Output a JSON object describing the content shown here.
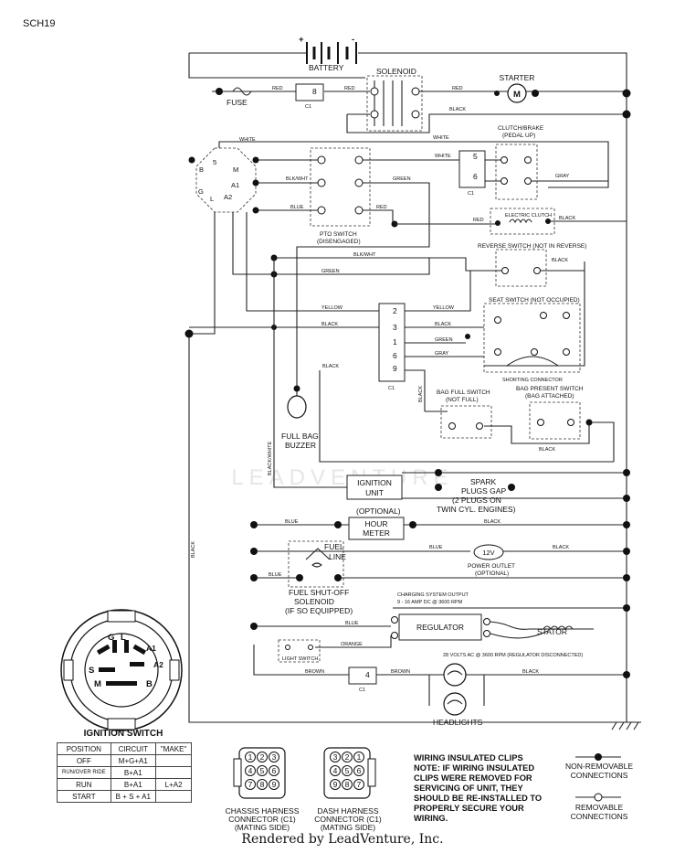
{
  "doc": {
    "code": "SCH19",
    "footer": "Rendered by LeadVenture, Inc.",
    "watermark": "LEADVENTURE"
  },
  "components": {
    "battery": "BATTERY",
    "battery_plus": "+",
    "battery_minus": "-",
    "solenoid": "SOLENOID",
    "starter": "STARTER",
    "starter_symbol": "M",
    "fuse": "FUSE",
    "clutch_brake": "CLUTCH/BRAKE",
    "clutch_brake_sub": "(PEDAL UP)",
    "pto_switch": "PTO SWITCH",
    "pto_switch_sub": "(DISENGAGED)",
    "electric_clutch": "ELECTRIC CLUTCH",
    "reverse_switch": "REVERSE SWITCH (NOT IN REVERSE)",
    "seat_switch": "SEAT SWITCH (NOT OCCUPIED)",
    "shorting_connector": "SHORTING CONNECTOR",
    "bag_full_switch": "BAG FULL SWITCH",
    "bag_full_sub": "(NOT FULL)",
    "bag_present_switch": "BAG PRESENT SWITCH",
    "bag_present_sub": "(BAG ATTACHED)",
    "buzzer": "FULL BAG",
    "buzzer_sub": "BUZZER",
    "ignition_unit_1": "IGNITION",
    "ignition_unit_2": "UNIT",
    "spark_1": "SPARK",
    "spark_2": "PLUGS GAP",
    "spark_3": "(2 PLUGS ON",
    "spark_4": "TWIN CYL. ENGINES)",
    "optional": "(OPTIONAL)",
    "hour_meter_1": "HOUR",
    "hour_meter_2": "METER",
    "outlet_volt": "12V",
    "outlet_1": "POWER OUTLET",
    "outlet_2": "(OPTIONAL)",
    "fuel_line_1": "FUEL",
    "fuel_line_2": "LINE",
    "fuel_solenoid_1": "FUEL SHUT-OFF",
    "fuel_solenoid_2": "SOLENOID",
    "fuel_solenoid_3": "(IF SO EQUIPPED)",
    "charging_1": "CHARGING SYSTEM OUTPUT",
    "charging_2": "9 - 16 AMP DC @ 3600 RPM",
    "regulator": "REGULATOR",
    "stator": "STATOR",
    "ac_note": "28 VOLTS AC @ 3600 RPM (REGULATOR DISCONNECTED)",
    "light_switch": "LIGHT SWITCH",
    "headlights": "HEADLIGHTS",
    "c1": "C1"
  },
  "terminals": {
    "b": "B",
    "s": "S",
    "m": "M",
    "g": "G",
    "l": "L",
    "a1": "A1",
    "a2": "A2",
    "five": "5",
    "four": "4",
    "six": "6",
    "eight": "8",
    "two": "2",
    "three": "3",
    "one": "1",
    "nine": "9"
  },
  "wire_colors": {
    "red": "RED",
    "black": "BLACK",
    "white": "WHITE",
    "gray": "GRAY",
    "green": "GREEN",
    "blue": "BLUE",
    "yellow": "YELLOW",
    "orange": "ORANGE",
    "brown": "BROWN",
    "blk_wht": "BLK/WHT",
    "black_white": "BLACK/WHITE"
  },
  "ignition_switch": {
    "title": "IGNITION SWITCH",
    "face": {
      "g": "G",
      "l": "L",
      "a1": "A1",
      "a2": "A2",
      "s": "S",
      "m": "M",
      "b": "B"
    },
    "header": [
      "POSITION",
      "CIRCUIT",
      "\"MAKE\""
    ],
    "rows": [
      [
        "OFF",
        "M+G+A1",
        ""
      ],
      [
        "RUN/OVER RIDE",
        "B+A1",
        ""
      ],
      [
        "RUN",
        "B+A1",
        "L+A2"
      ],
      [
        "START",
        "B + S + A1",
        ""
      ]
    ]
  },
  "connectors": {
    "chassis": {
      "pins": [
        "1",
        "2",
        "3",
        "4",
        "5",
        "6",
        "7",
        "8",
        "9"
      ],
      "label_1": "CHASSIS HARNESS",
      "label_2": "CONNECTOR (C1)",
      "label_3": "(MATING SIDE)"
    },
    "dash": {
      "pins": [
        "3",
        "2",
        "1",
        "4",
        "5",
        "6",
        "9",
        "8",
        "7"
      ],
      "label_1": "DASH HARNESS",
      "label_2": "CONNECTOR (C1)",
      "label_3": "(MATING SIDE)"
    }
  },
  "note": {
    "title": "WIRING INSULATED CLIPS",
    "body": "NOTE: IF WIRING INSULATED CLIPS WERE REMOVED FOR SERVICING OF UNIT, THEY SHOULD BE RE-INSTALLED TO PROPERLY SECURE YOUR WIRING."
  },
  "legend": {
    "non_removable_1": "NON-REMOVABLE",
    "non_removable_2": "CONNECTIONS",
    "removable_1": "REMOVABLE",
    "removable_2": "CONNECTIONS"
  }
}
